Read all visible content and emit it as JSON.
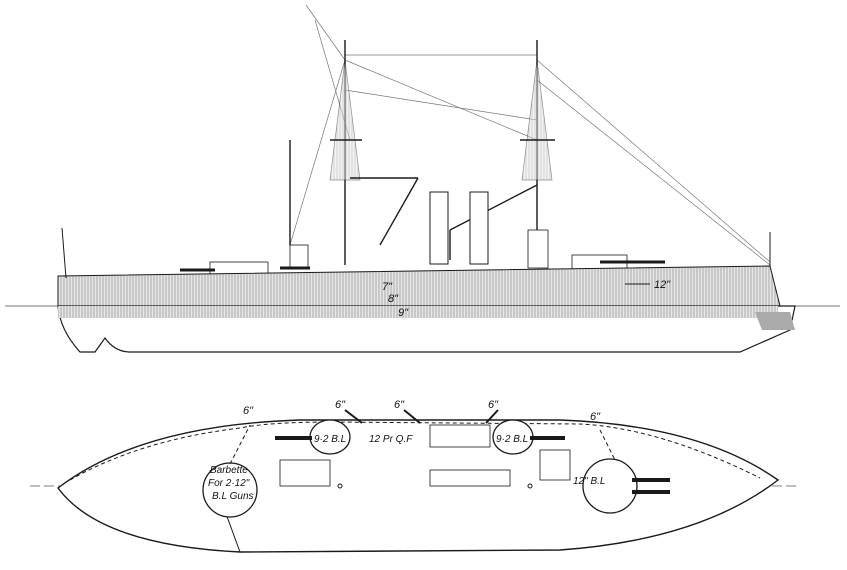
{
  "elevation": {
    "armor_labels": {
      "belt_7": "7\"",
      "belt_8": "8\"",
      "belt_9": "9\"",
      "bulkhead_12": "12\""
    }
  },
  "plan": {
    "casemate_labels": [
      "6\"",
      "6\"",
      "6\"",
      "6\"",
      "6\""
    ],
    "fore_gun": "9·2 B.L",
    "aft_gun": "9·2 B.L",
    "qf_label": "12 Pr Q.F",
    "barbette_label_lines": [
      "Barbette",
      "For 2·12\"",
      "B.L Guns"
    ],
    "turret_label": "12\" B.L"
  },
  "colors": {
    "ink": "#1a1a1a",
    "hull_hatch": "#bdbdbd",
    "line": "#555555"
  }
}
